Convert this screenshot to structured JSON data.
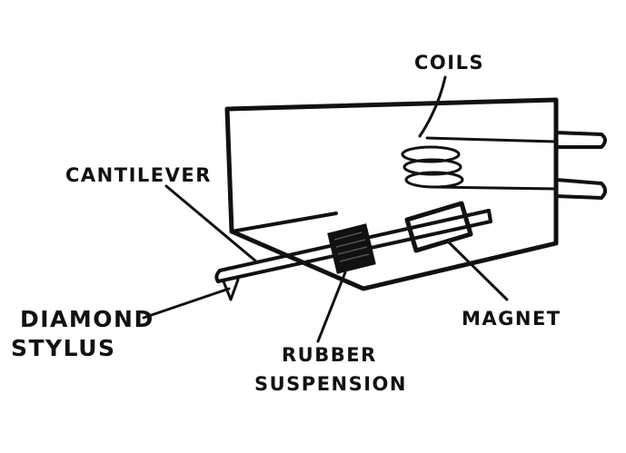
{
  "labels": {
    "coils": "COILS",
    "cantilever": "CANTILEVER",
    "diamond_stylus_line1": "DIAMOND",
    "diamond_stylus_line2": "STYLUS",
    "rubber_suspension_line1": "RUBBER",
    "rubber_suspension_line2": "SUSPENSION",
    "magnet": "MAGNET"
  },
  "colors": {
    "ink": "#111111",
    "background": "#ffffff"
  }
}
